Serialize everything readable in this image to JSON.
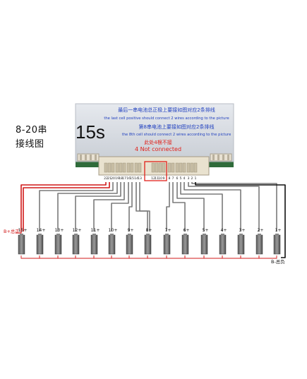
{
  "side_title": {
    "line1": "8-20串",
    "line2": "接线图"
  },
  "board": {
    "model": "15s",
    "note_cn_1": "最后一串电池总正极上要接如图对应2条排线",
    "note_en_1": "the last cell positive should connect 2 wires according to the picture",
    "note_cn_2": "第8串电池上要接如图对应2条排线",
    "note_en_2": "the 8th cell should connect 2 wires according to the picture",
    "warn_cn": "此处4根不接",
    "warn_en": "4 Not connected",
    "pins_left": [
      "22",
      "21",
      "20",
      "19",
      "18",
      "17",
      "16",
      "15",
      "14",
      "13"
    ],
    "pins_mid": [
      "12",
      "11",
      "10",
      "9"
    ],
    "pins_right": [
      "8",
      "7",
      "6",
      "5",
      "4",
      "3",
      "2",
      "1"
    ]
  },
  "cells": [
    "15+",
    "14+",
    "13+",
    "12+",
    "11+",
    "10+",
    "9+",
    "8+",
    "7+",
    "6+",
    "5+",
    "4+",
    "3+",
    "2+",
    "1+"
  ],
  "labels": {
    "total_pos": "B+总正",
    "total_neg": "B-总负"
  },
  "colors": {
    "board": "#d4d8de",
    "pcb": "#2f6b3a",
    "note_blue": "#1f3fbf",
    "warn_red": "#e0201a",
    "wire_red": "#d01818",
    "wire_gray": "#7a7a7a",
    "wire_dark": "#111111"
  }
}
